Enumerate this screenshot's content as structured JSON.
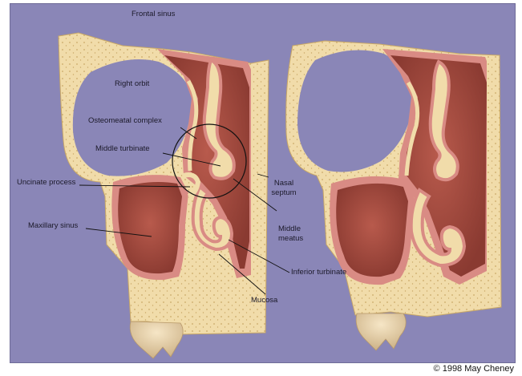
{
  "diagram": {
    "labels": {
      "frontal_sinus": "Frontal sinus",
      "right_orbit": "Right orbit",
      "osteomeatal_complex": "Osteomeatal complex",
      "middle_turbinate": "Middle turbinate",
      "uncinate_process": "Uncinate process",
      "nasal_septum_line1": "Nasal",
      "nasal_septum_line2": "septum",
      "maxillary_sinus": "Maxillary sinus",
      "middle_meatus_line1": "Middle",
      "middle_meatus_line2": "meatus",
      "inferior_turbinate": "Inferior turbinate",
      "mucosa": "Mucosa"
    },
    "copyright": "© 1998 May Cheney"
  },
  "colors": {
    "background": "#8a86b7",
    "bone": "#f1dcaa",
    "bone_speckle": "#c9a867",
    "mucosa": "#d98b84",
    "cavity": "#a4473c",
    "cavity_dark": "#7f2f28",
    "tooth": "#e9d3ad"
  }
}
